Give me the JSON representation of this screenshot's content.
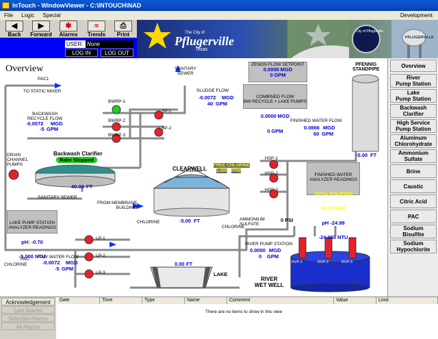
{
  "window": {
    "title": "InTouch - WindowViewer - C:\\INTOUCH\\NAD",
    "menu": [
      "File",
      "Logic",
      "Special"
    ],
    "right": "Development"
  },
  "toolbar": [
    {
      "label": "Back",
      "icon": "back-arrow-icon"
    },
    {
      "label": "Forward",
      "icon": "forward-arrow-icon"
    },
    {
      "label": "Alarms",
      "icon": "alarm-icon"
    },
    {
      "label": "Trends",
      "icon": "trend-icon"
    },
    {
      "label": "Print",
      "icon": "printer-icon"
    }
  ],
  "user": {
    "label": "USER:",
    "name": "None",
    "login": "LOG IN",
    "logout": "LOG OUT"
  },
  "banner": {
    "city_small": "The City of",
    "city": "Pflugerville",
    "state": "Texas",
    "seal_text": "City of Pflugerville",
    "tower": "PFLUGERVILLE"
  },
  "screen_title": "Overview",
  "labels": {
    "pac1": "PAC1",
    "static_mixer": "TO STATIC MIXER",
    "backwash_recycle": "BACKWASH\nRECYCLE FLOW",
    "bw_mgd": "-0.0072",
    "bw_gpm": "-5",
    "drain": "DRAIN\nCHANNEL\nPUMPS",
    "bwrp1": "BWRP-1",
    "bwrp2": "BWRP-2",
    "bwrp3": "BWRP-3",
    "sp1": "SP-1",
    "sp2": "SP-2",
    "sanitary_top": "SANITARY\nSEWER",
    "sludge_flow": "SLUDGE FLOW",
    "sludge_mgd": "-0.0072",
    "sludge_gpm": "40",
    "backwash_clarifier": "Backwash Clarifier",
    "rake": "Rake Stopped",
    "clarifier_ft": "40.08",
    "sanitary_mid": "SANITARY SEWER",
    "clearwell": "CLEARWELL",
    "free_chlorine": "FREE CHLORINE",
    "free_ppm": "5.000",
    "from_membrane": "FROM MEMBRANE\nBUILDING",
    "chlorine": "CHLORINE",
    "clearwell_ft": "-5.00",
    "ammonium": "AMMONIUM\nSULFATE",
    "chlorine2": "CHLORINE",
    "zenon_label": "ZENON FLOW SETPOINT",
    "zenon_mgd": "0.0000",
    "zenon_gpm": "0",
    "combined_label": "COMBINED FLOW\nBW RECYCLE + LAKE PUMPS",
    "combined_mgd": "0.0000",
    "combined_gpm": "0",
    "pfennig": "PFENNIG\nSTANDPIPE",
    "standpipe_ft": "-5.00",
    "finished_flow": "FINISHED WATER FLOW",
    "finished_mgd": "0.0866",
    "finished_gpm": "60",
    "hsp1": "HSP-1",
    "hsp2": "HSP-2",
    "hsp3": "HSP-3",
    "finished_analyzer": "FINISHED WATER\nANALYZER READINGS",
    "total_chlorine": "TOTAL CHLORINE",
    "total_ppm": "24.970",
    "ph_label": "pH",
    "ph_val": "-24.99",
    "ntu_val": "-24.965",
    "lake_station": "LAKE PUMP STATION\nANALYZER READINGS",
    "lake_ph": "-0.70",
    "lake_ntu": "-5.000",
    "raw_flow": "RAW WATER FLOW",
    "raw_mgd": "-0.0072",
    "raw_gpm": "-5",
    "lp1": "LP-1",
    "lp2": "LP-2",
    "lp3": "LP-3",
    "lake_ft": "0.00",
    "lake": "LAKE",
    "chlorine3": "CHLORINE",
    "pac": "PAC",
    "psi": "0 PSI",
    "river_station": "RIVER PUMP STATION",
    "river_mgd": "0.0000",
    "river_gpm": "0",
    "rvp1": "RVP-1",
    "rvp2": "RVP-2",
    "rvp3": "RVP-3",
    "river_well": "RIVER\nWET WELL",
    "unit_mgd": "MGD",
    "unit_gpm": "GPM",
    "unit_ft": "FT",
    "unit_ppm": "PPM",
    "unit_ntu": "NTU",
    "unit_ph": "pH"
  },
  "nav": [
    "Overview",
    "River\nPump Station",
    "Lake\nPump Station",
    "Backwash\nClarifier",
    "High Service\nPump Station",
    "Aluminum\nChlorohydrate",
    "Ammonium\nSulfate",
    "Brine",
    "Caustic",
    "Citric Acid",
    "PAC",
    "Sodium\nBisulfite",
    "Sodium\nHypochlorite"
  ],
  "alarms": {
    "buttons": [
      "Acknowledgement",
      "Last Alarms",
      "Selected Alarms",
      "All Alarms"
    ],
    "columns": [
      "Date",
      "Time",
      "Type",
      "Name",
      "Comment",
      "Value",
      "Limit"
    ],
    "empty": "There are no items to show in this view"
  },
  "colors": {
    "titlebar": "#0a5ad8",
    "bluebar": "#0000ff",
    "value": "#0000cc",
    "pump": "#e8202a",
    "river": "#1a2ecc",
    "green": "#22cc22",
    "free_chlorine": "#ffff00"
  }
}
